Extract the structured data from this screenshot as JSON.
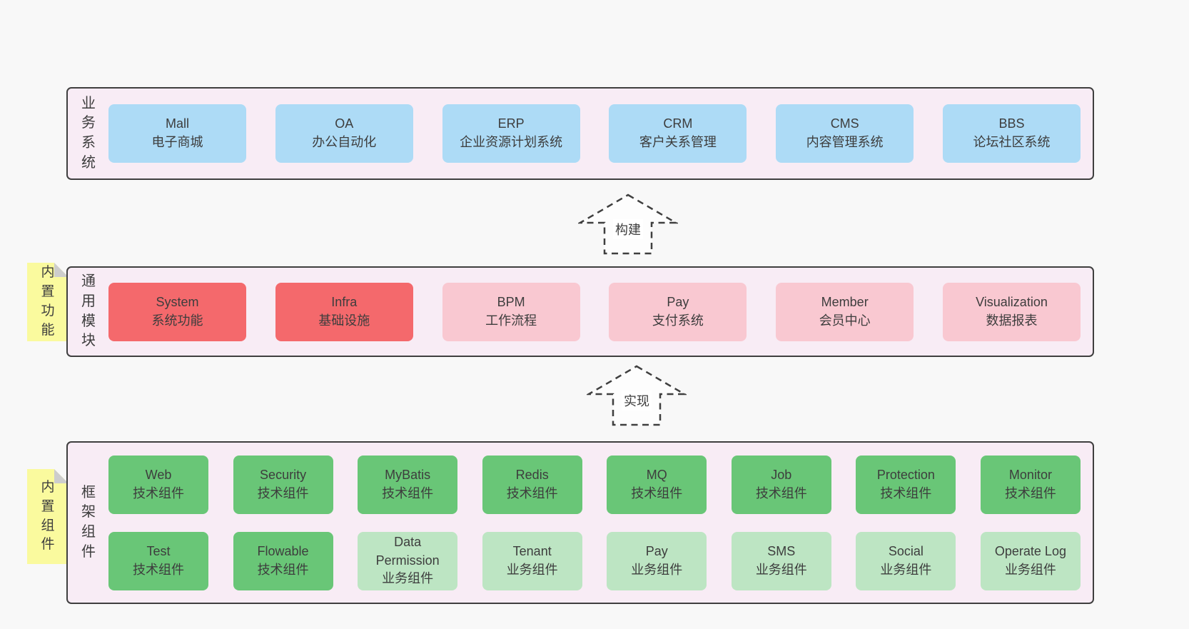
{
  "diagram": {
    "arrows": {
      "build": "构建",
      "implement": "实现"
    },
    "colors": {
      "page_bg": "#f8f8f8",
      "section_bg": "#f8ecf5",
      "section_border": "#3f3f3f",
      "business_box": "#addbf6",
      "core_module_box": "#f4696c",
      "module_box": "#f9c8d1",
      "tech_component_box": "#69c677",
      "biz_component_box": "#bde5c3",
      "note_bg": "#fafa9e",
      "text": "#3d3d3d"
    },
    "sections": {
      "business": {
        "label": "业务系统",
        "boxes": [
          {
            "en": "Mall",
            "zh": "电子商城"
          },
          {
            "en": "OA",
            "zh": "办公自动化"
          },
          {
            "en": "ERP",
            "zh": "企业资源计划系统"
          },
          {
            "en": "CRM",
            "zh": "客户关系管理"
          },
          {
            "en": "CMS",
            "zh": "内容管理系统"
          },
          {
            "en": "BBS",
            "zh": "论坛社区系统"
          }
        ]
      },
      "modules": {
        "label": "通用模块",
        "note": "内置功能",
        "boxes": [
          {
            "en": "System",
            "zh": "系统功能",
            "variant": "core"
          },
          {
            "en": "Infra",
            "zh": "基础设施",
            "variant": "core"
          },
          {
            "en": "BPM",
            "zh": "工作流程",
            "variant": "module"
          },
          {
            "en": "Pay",
            "zh": "支付系统",
            "variant": "module"
          },
          {
            "en": "Member",
            "zh": "会员中心",
            "variant": "module"
          },
          {
            "en": "Visualization",
            "zh": "数据报表",
            "variant": "module"
          }
        ]
      },
      "framework": {
        "label": "框架组件",
        "note": "内置组件",
        "row1": [
          {
            "en": "Web",
            "zh": "技术组件",
            "variant": "tech"
          },
          {
            "en": "Security",
            "zh": "技术组件",
            "variant": "tech"
          },
          {
            "en": "MyBatis",
            "zh": "技术组件",
            "variant": "tech"
          },
          {
            "en": "Redis",
            "zh": "技术组件",
            "variant": "tech"
          },
          {
            "en": "MQ",
            "zh": "技术组件",
            "variant": "tech"
          },
          {
            "en": "Job",
            "zh": "技术组件",
            "variant": "tech"
          },
          {
            "en": "Protection",
            "zh": "技术组件",
            "variant": "tech"
          },
          {
            "en": "Monitor",
            "zh": "技术组件",
            "variant": "tech"
          }
        ],
        "row2": [
          {
            "en": "Test",
            "zh": "技术组件",
            "variant": "tech"
          },
          {
            "en": "Flowable",
            "zh": "技术组件",
            "variant": "tech"
          },
          {
            "en": "Data Permission",
            "zh": "业务组件",
            "variant": "biz"
          },
          {
            "en": "Tenant",
            "zh": "业务组件",
            "variant": "biz"
          },
          {
            "en": "Pay",
            "zh": "业务组件",
            "variant": "biz"
          },
          {
            "en": "SMS",
            "zh": "业务组件",
            "variant": "biz"
          },
          {
            "en": "Social",
            "zh": "业务组件",
            "variant": "biz"
          },
          {
            "en": "Operate Log",
            "zh": "业务组件",
            "variant": "biz"
          }
        ]
      }
    }
  }
}
